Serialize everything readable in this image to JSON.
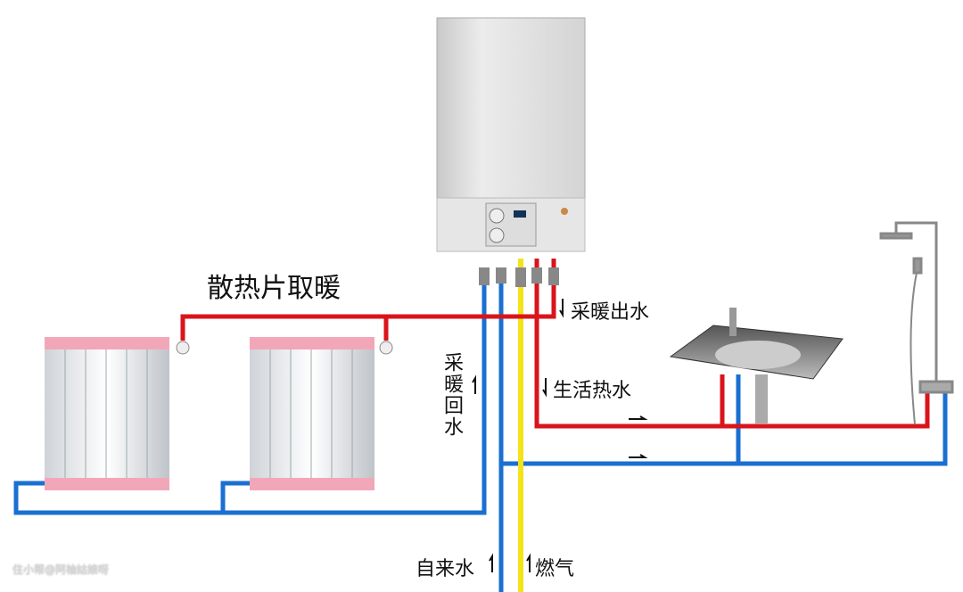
{
  "title": "散热片取暖",
  "labels": {
    "heating_supply": "采暖出水",
    "heating_return": "采暖回水",
    "domestic_hot_water": "生活热水",
    "tap_water": "自来水",
    "gas": "燃气"
  },
  "watermark": "住小帮@阿柚姑娘呀",
  "colors": {
    "hot": "#d9141b",
    "cold": "#1a6fd1",
    "gas": "#f5e31a",
    "radiator_cap": "#f2a7b8"
  }
}
